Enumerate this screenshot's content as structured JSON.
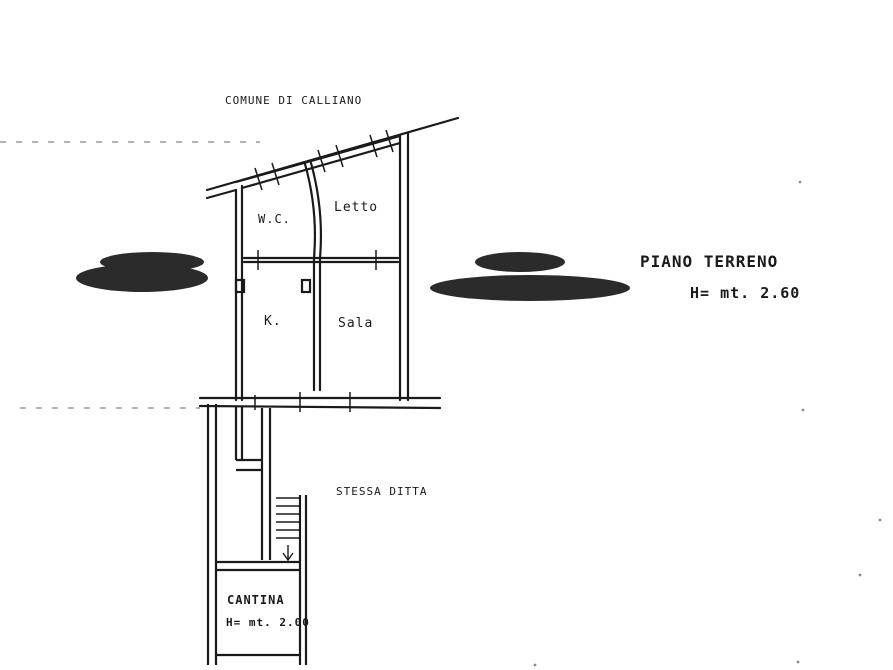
{
  "header": {
    "municipality": "COMUNE DI CALLIANO"
  },
  "floor": {
    "name": "PIANO TERRENO",
    "height": "H= mt. 2.60"
  },
  "rooms": {
    "wc": "W.C.",
    "letto": "Letto",
    "kitchen": "K.",
    "sala": "Sala"
  },
  "neighbor": {
    "label": "STESSA DITTA"
  },
  "cellar": {
    "name": "CANTINA",
    "height": "H= mt. 2.00"
  },
  "colors": {
    "ink": "#1a1a1a",
    "redaction": "#2b2b2b",
    "paper": "#ffffff"
  }
}
